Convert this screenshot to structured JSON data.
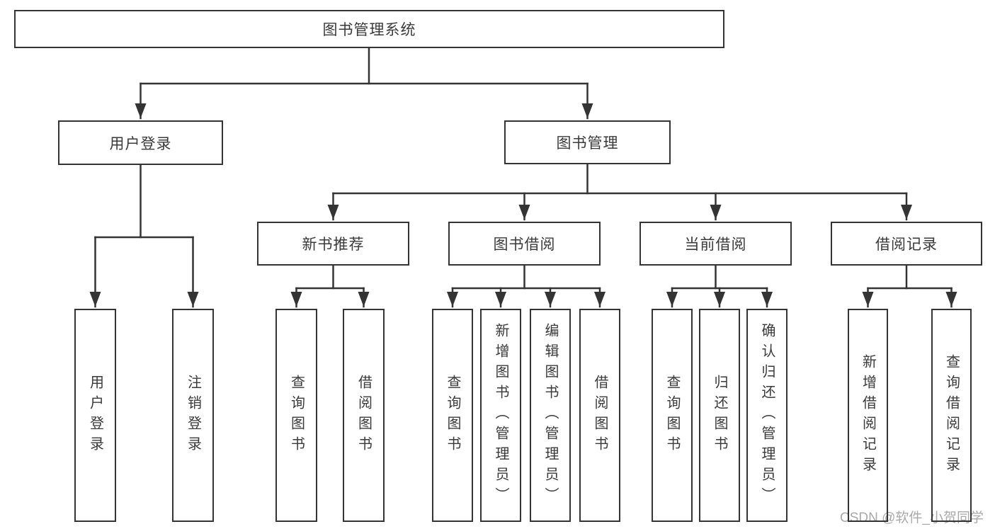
{
  "root": {
    "label": "图书管理系统"
  },
  "branches": [
    {
      "label": "用户登录",
      "children": [
        {
          "label": "用户登录"
        },
        {
          "label": "注销登录"
        }
      ]
    },
    {
      "label": "图书管理",
      "children": [
        {
          "label": "新书推荐",
          "children": [
            {
              "label": "查询图书"
            },
            {
              "label": "借阅图书"
            }
          ]
        },
        {
          "label": "图书借阅",
          "children": [
            {
              "label": "查询图书"
            },
            {
              "label": "新增图书（管理员）"
            },
            {
              "label": "编辑图书（管理员）"
            },
            {
              "label": "借阅图书"
            }
          ]
        },
        {
          "label": "当前借阅",
          "children": [
            {
              "label": "查询图书"
            },
            {
              "label": "归还图书"
            },
            {
              "label": "确认归还（管理员）"
            }
          ]
        },
        {
          "label": "借阅记录",
          "children": [
            {
              "label": "新增借阅记录"
            },
            {
              "label": "查询借阅记录"
            }
          ]
        }
      ]
    }
  ],
  "watermark": {
    "text": "CSDN @软件_小贺同学"
  },
  "colors": {
    "line": "#343434",
    "box_border": "#343434",
    "text": "#3a3a3a",
    "watermark": "#a9a9a9",
    "background": "#ffffff"
  }
}
